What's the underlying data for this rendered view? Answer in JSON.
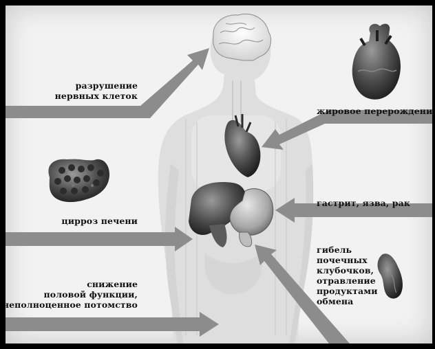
{
  "labels": {
    "brain": [
      "разрушение",
      "нервных клеток"
    ],
    "heart": "жировое перерождение",
    "liver": "цирроз печени",
    "stomach": "гастрит, язва, рак",
    "kidney": [
      "гибель",
      "почечных",
      "клубочков,",
      "отравление",
      "продуктами",
      "обмена"
    ],
    "reproductive": [
      "снижение",
      "половой функции,",
      "неполноценное потомство"
    ]
  },
  "colors": {
    "background": "#f2f2f2",
    "arrow": "#8c8c8c",
    "silhouette": "#dedede",
    "organ_dark": "#3a3a3a"
  }
}
